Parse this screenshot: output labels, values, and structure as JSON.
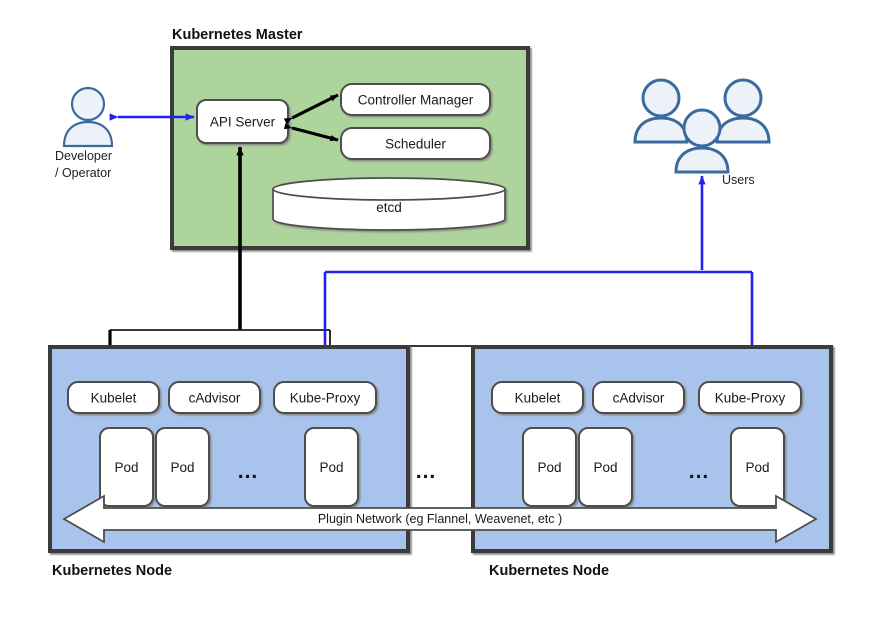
{
  "diagram": {
    "title_master": "Kubernetes Master",
    "colors": {
      "master_fill": "#ADD49A",
      "node_fill": "#A8C4EC",
      "container_stroke": "#3B3B3B",
      "box_fill": "#FFFFFF",
      "box_stroke": "#4D4D4D",
      "arrow_black": "#000000",
      "arrow_blue": "#2222EE",
      "person_fill": "#EDF2F8",
      "person_stroke": "#3A6A9E",
      "text": "#1A1A1A"
    }
  },
  "master": {
    "label": "Kubernetes Master",
    "components": [
      {
        "id": "api-server",
        "label": "API Server"
      },
      {
        "id": "controller-manager",
        "label": "Controller Manager"
      },
      {
        "id": "scheduler",
        "label": "Scheduler"
      },
      {
        "id": "etcd",
        "label": "etcd"
      }
    ]
  },
  "actors": {
    "developer": {
      "line1": "Developer",
      "line2": "/ Operator"
    },
    "users": {
      "label": "Users"
    }
  },
  "nodes": [
    {
      "id": "node-left",
      "label": "Kubernetes Node",
      "agents": [
        {
          "id": "kubelet",
          "label": "Kubelet"
        },
        {
          "id": "cadvisor",
          "label": "cAdvisor"
        },
        {
          "id": "kube-proxy",
          "label": "Kube-Proxy"
        }
      ],
      "pods": [
        {
          "label": "Pod"
        },
        {
          "label": "Pod"
        },
        {
          "label": "Pod"
        }
      ],
      "pod_ellipsis": "..."
    },
    {
      "id": "node-right",
      "label": "Kubernetes Node",
      "agents": [
        {
          "id": "kubelet",
          "label": "Kubelet"
        },
        {
          "id": "cadvisor",
          "label": "cAdvisor"
        },
        {
          "id": "kube-proxy",
          "label": "Kube-Proxy"
        }
      ],
      "pods": [
        {
          "label": "Pod"
        },
        {
          "label": "Pod"
        },
        {
          "label": "Pod"
        }
      ],
      "pod_ellipsis": "..."
    }
  ],
  "between_nodes_ellipsis": "...",
  "plugin_network": {
    "label": "Plugin Network (eg Flannel, Weavenet, etc )"
  }
}
